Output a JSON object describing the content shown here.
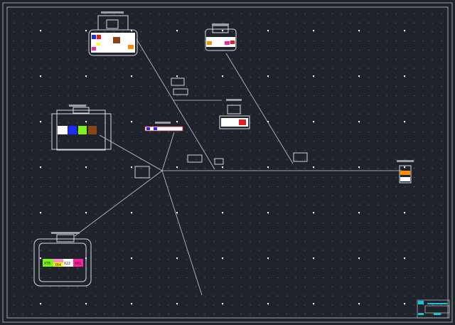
{
  "canvas": {
    "background": "#1f232b",
    "line_color": "#c9ccd2",
    "frame_color": "#bfc3c9"
  },
  "connectors": {
    "bottom_left_pins": [
      {
        "label": "X76",
        "color": "#7cf21a"
      },
      {
        "label": "X64",
        "color": "#ffff00"
      },
      {
        "label": "X22",
        "color": "#ffffff"
      },
      {
        "label": "X01",
        "color": "#ff1fa0"
      }
    ]
  },
  "colors": {
    "accent_red": "#e02020",
    "title_block": "#19c6d6",
    "orange": "#ff8c00",
    "blue": "#1a2cff"
  }
}
